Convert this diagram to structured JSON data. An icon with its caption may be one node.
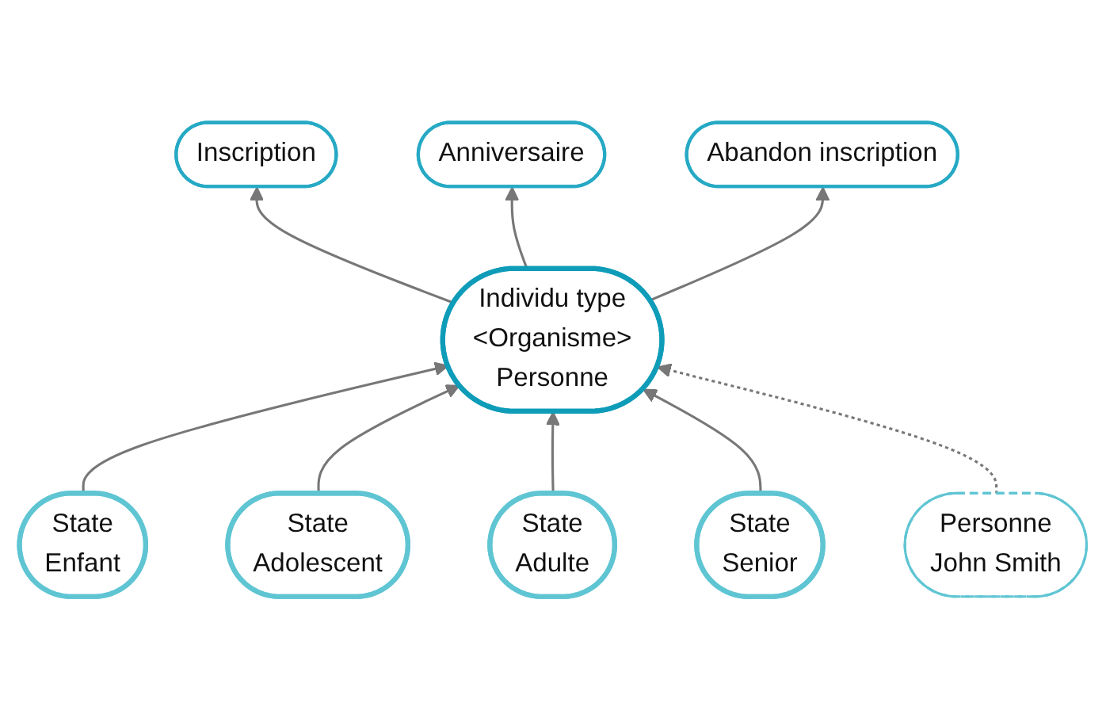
{
  "diagram": {
    "nodes": [
      {
        "text": [
          "Inscription"
        ]
      },
      {
        "text": [
          "Anniversaire"
        ]
      },
      {
        "text": [
          "Abandon inscription"
        ]
      },
      {
        "text": [
          "Individu type",
          "<Organisme>",
          "Personne"
        ]
      },
      {
        "text": [
          "State",
          "Enfant"
        ]
      },
      {
        "text": [
          "State",
          "Adolescent"
        ]
      },
      {
        "text": [
          "State",
          "Adulte"
        ]
      },
      {
        "text": [
          "State",
          "Senior"
        ]
      },
      {
        "text": [
          "Personne",
          "John Smith"
        ]
      }
    ],
    "edges": [
      {
        "from": 3,
        "to": 0,
        "arrow": "to"
      },
      {
        "from": 3,
        "to": 1,
        "arrow": "to"
      },
      {
        "from": 3,
        "to": 2,
        "arrow": "to"
      },
      {
        "from": 4,
        "to": 3,
        "arrow": "to"
      },
      {
        "from": 5,
        "to": 3,
        "arrow": "to"
      },
      {
        "from": 6,
        "to": 3,
        "arrow": "to"
      },
      {
        "from": 7,
        "to": 3,
        "arrow": "to"
      },
      {
        "from": 8,
        "to": 3,
        "arrow": "to",
        "style": "dashed"
      }
    ]
  }
}
